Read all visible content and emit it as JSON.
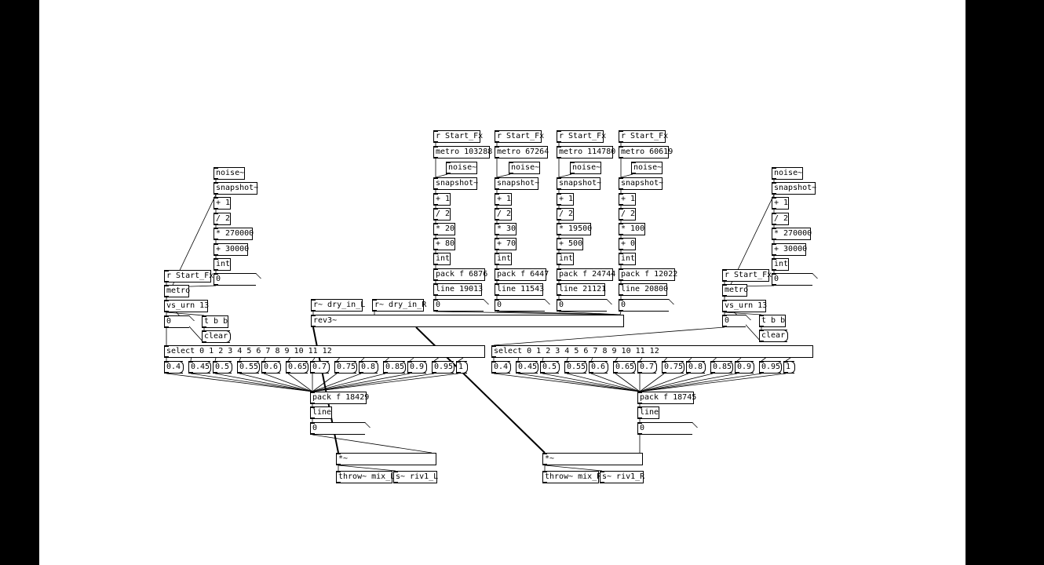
{
  "patch": {
    "boxes": [
      {
        "id": "rfx1",
        "text": "r Start_Fx"
      },
      {
        "id": "met1",
        "text": "metro 103288"
      },
      {
        "id": "noi1",
        "text": "noise~"
      },
      {
        "id": "snap1",
        "text": "snapshot~"
      },
      {
        "id": "p1a",
        "text": "+ 1"
      },
      {
        "id": "d1",
        "text": "/ 2"
      },
      {
        "id": "m1",
        "text": "* 20"
      },
      {
        "id": "a1",
        "text": "+ 80"
      },
      {
        "id": "i1",
        "text": "int"
      },
      {
        "id": "pk1",
        "text": "pack f 6876"
      },
      {
        "id": "ln1",
        "text": "line 19013"
      },
      {
        "id": "n1",
        "text": "0"
      },
      {
        "id": "rfx2",
        "text": "r Start_Fx"
      },
      {
        "id": "met2",
        "text": "metro 67264"
      },
      {
        "id": "noi2",
        "text": "noise~"
      },
      {
        "id": "snap2",
        "text": "snapshot~"
      },
      {
        "id": "p2a",
        "text": "+ 1"
      },
      {
        "id": "d2",
        "text": "/ 2"
      },
      {
        "id": "m2",
        "text": "* 30"
      },
      {
        "id": "a2",
        "text": "+ 70"
      },
      {
        "id": "i2",
        "text": "int"
      },
      {
        "id": "pk2",
        "text": "pack f 6447"
      },
      {
        "id": "ln2",
        "text": "line 11543"
      },
      {
        "id": "n2",
        "text": "0"
      },
      {
        "id": "rfx3",
        "text": "r Start_Fx"
      },
      {
        "id": "met3",
        "text": "metro 114780"
      },
      {
        "id": "noi3",
        "text": "noise~"
      },
      {
        "id": "snap3",
        "text": "snapshot~"
      },
      {
        "id": "p3a",
        "text": "+ 1"
      },
      {
        "id": "d3",
        "text": "/ 2"
      },
      {
        "id": "m3",
        "text": "* 19500"
      },
      {
        "id": "a3",
        "text": "+ 500"
      },
      {
        "id": "i3",
        "text": "int"
      },
      {
        "id": "pk3",
        "text": "pack f 24744"
      },
      {
        "id": "ln3",
        "text": "line 21121"
      },
      {
        "id": "n3",
        "text": "0"
      },
      {
        "id": "rfx4",
        "text": "r Start_Fx"
      },
      {
        "id": "met4",
        "text": "metro 60619"
      },
      {
        "id": "noi4",
        "text": "noise~"
      },
      {
        "id": "snap4",
        "text": "snapshot~"
      },
      {
        "id": "p4a",
        "text": "+ 1"
      },
      {
        "id": "d4",
        "text": "/ 2"
      },
      {
        "id": "m4",
        "text": "* 100"
      },
      {
        "id": "a4",
        "text": "+ 0"
      },
      {
        "id": "i4",
        "text": "int"
      },
      {
        "id": "pk4",
        "text": "pack f 12022"
      },
      {
        "id": "ln4",
        "text": "line 20800"
      },
      {
        "id": "n4",
        "text": "0"
      },
      {
        "id": "noiL",
        "text": "noise~"
      },
      {
        "id": "snapL",
        "text": "snapshot~"
      },
      {
        "id": "pLa",
        "text": "+ 1"
      },
      {
        "id": "dL",
        "text": "/ 2"
      },
      {
        "id": "mL",
        "text": "* 270000"
      },
      {
        "id": "aL",
        "text": "+ 30000"
      },
      {
        "id": "iL",
        "text": "int"
      },
      {
        "id": "nL",
        "text": "0"
      },
      {
        "id": "rfxL",
        "text": "r Start_Fx"
      },
      {
        "id": "metL",
        "text": "metro"
      },
      {
        "id": "urnL",
        "text": "vs_urn 13"
      },
      {
        "id": "zL",
        "text": "0"
      },
      {
        "id": "tbbL",
        "text": "t b b"
      },
      {
        "id": "clrL",
        "text": "clear"
      },
      {
        "id": "selL",
        "text": "select 0 1 2 3 4 5 6 7 8 9 10 11 12"
      },
      {
        "id": "noiR",
        "text": "noise~"
      },
      {
        "id": "snapR",
        "text": "snapshot~"
      },
      {
        "id": "pRa",
        "text": "+ 1"
      },
      {
        "id": "dR",
        "text": "/ 2"
      },
      {
        "id": "mR",
        "text": "* 270000"
      },
      {
        "id": "aR",
        "text": "+ 30000"
      },
      {
        "id": "iR",
        "text": "int"
      },
      {
        "id": "nR",
        "text": "0"
      },
      {
        "id": "rfxR",
        "text": "r Start_Fx"
      },
      {
        "id": "metR",
        "text": "metro"
      },
      {
        "id": "urnR",
        "text": "vs_urn 13"
      },
      {
        "id": "zR",
        "text": "0"
      },
      {
        "id": "tbbR",
        "text": "t b b"
      },
      {
        "id": "clrR",
        "text": "clear"
      },
      {
        "id": "selR",
        "text": "select 0 1 2 3 4 5 6 7 8 9 10 11 12"
      },
      {
        "id": "dryL",
        "text": "r~ dry_in_L"
      },
      {
        "id": "dryR",
        "text": "r~ dry_in_R"
      },
      {
        "id": "rev",
        "text": "rev3~"
      },
      {
        "id": "pkL",
        "text": "pack f 18429"
      },
      {
        "id": "lnL",
        "text": "line"
      },
      {
        "id": "n0L",
        "text": "0"
      },
      {
        "id": "mulL",
        "text": "*~"
      },
      {
        "id": "thrL",
        "text": "throw~ mix_L"
      },
      {
        "id": "sL",
        "text": "s~ riv1_L"
      },
      {
        "id": "pkR",
        "text": "pack f 18745"
      },
      {
        "id": "lnR",
        "text": "line"
      },
      {
        "id": "n0R",
        "text": "0"
      },
      {
        "id": "mulR",
        "text": "*~"
      },
      {
        "id": "thrR",
        "text": "throw~ mix_R"
      },
      {
        "id": "sR",
        "text": "s~ riv1_R"
      }
    ],
    "messages": [
      "0.4",
      "0.45",
      "0.5",
      "0.55",
      "0.6",
      "0.65",
      "0.7",
      "0.75",
      "0.8",
      "0.85",
      "0.9",
      "0.95",
      "1"
    ]
  }
}
